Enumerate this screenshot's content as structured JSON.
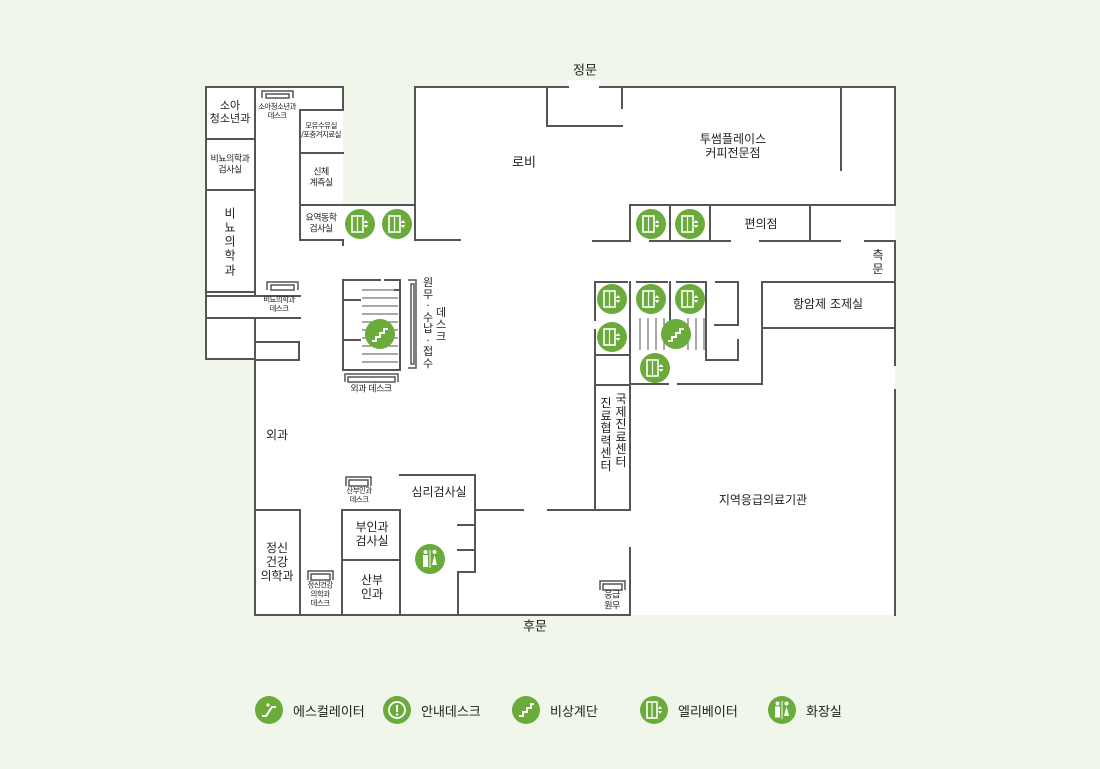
{
  "colors": {
    "background": "#f1f6ea",
    "floor": "#ffffff",
    "wall": "#555555",
    "accent": "#6aab3b"
  },
  "entrances": {
    "main": "정문",
    "rear": "후문",
    "side": "측\n문"
  },
  "rooms": {
    "pediatrics": "소아\n청소년과",
    "urology_exam": "비뇨의학과\n검사실",
    "urology": "비\n뇨\n의\n학\n과",
    "peds_desk": "소아청소년과\n데스크",
    "lactation": "모유수유실\n/포충겨지료실",
    "body_measure": "신체\n계측실",
    "urodynamics": "요역동학\n검사실",
    "urology_desk": "비뇨의학과\n데스크",
    "lobby": "로비",
    "cafe": "투썸플레이스\n커피전문점",
    "convenience": "편의점",
    "chemo_prep": "항암제 조제실",
    "admin_desk": "원\n무\n·\n수\n납\n·\n접\n수",
    "admin_desk_suffix": "데\n스\n크",
    "surgery_desk": "외과 데스크",
    "surgery": "외과",
    "intl_center": "국\n제\n진\n료\n센\n터",
    "coop_center": "진\n료\n협\n력\n센\n터",
    "psych_test": "심리검사실",
    "obgyn_desk": "산부인과\n데스크",
    "obgyn_exam": "부인과\n검사실",
    "obgyn": "산부\n인과",
    "psychiatry": "정신\n건강\n의학과",
    "psychiatry_desk": "정신건강\n의학과\n데스크",
    "emergency": "지역응급의료기관",
    "er_admin": "응급\n원무"
  },
  "legend": [
    {
      "icon": "escalator-icon",
      "label": "에스컬레이터"
    },
    {
      "icon": "info-desk-icon",
      "label": "안내데스크"
    },
    {
      "icon": "emergency-stairs-icon",
      "label": "비상계단"
    },
    {
      "icon": "elevator-icon",
      "label": "엘리베이터"
    },
    {
      "icon": "restroom-icon",
      "label": "화장실"
    }
  ]
}
